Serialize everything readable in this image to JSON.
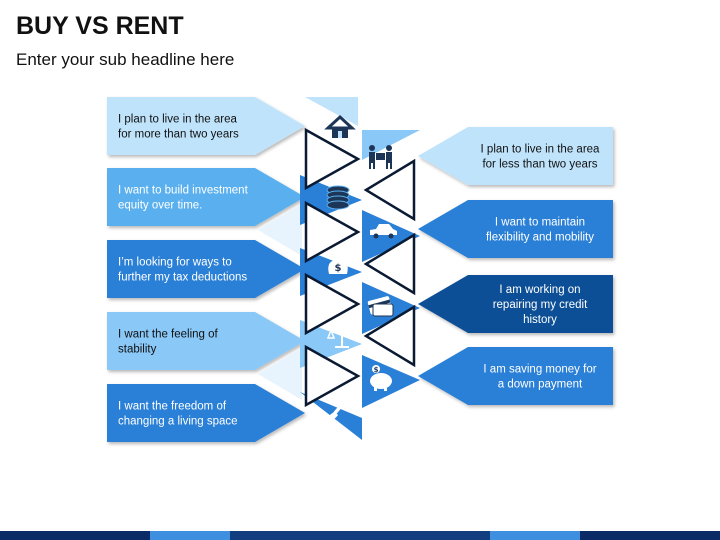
{
  "header": {
    "title": "BUY VS RENT",
    "subtitle": "Enter your sub headline here"
  },
  "buy": {
    "items": [
      {
        "text_lines": [
          "I plan to live in the area",
          "for more than two years"
        ],
        "icon": "house-icon",
        "fill": "#bfe3fb",
        "text_color": "#111111"
      },
      {
        "text_lines": [
          "I want to build investment",
          "equity over time."
        ],
        "icon": "coins-icon",
        "fill": "#5ab0ef",
        "text_color": "#ffffff"
      },
      {
        "text_lines": [
          "I’m looking for ways to",
          "further my tax deductions"
        ],
        "icon": "money-bag-icon",
        "fill": "#2a7fd6",
        "text_color": "#ffffff"
      },
      {
        "text_lines": [
          "I want the feeling of",
          "stability"
        ],
        "icon": "scale-icon",
        "fill": "#89c8f7",
        "text_color": "#111111"
      },
      {
        "text_lines": [
          "I want the freedom of",
          "changing a living space"
        ],
        "icon": "paintbrush-icon",
        "fill": "#2a7fd6",
        "text_color": "#ffffff"
      }
    ]
  },
  "rent": {
    "items": [
      {
        "text_lines": [
          "I plan to live in the area",
          "for less than two years"
        ],
        "icon": "movers-icon",
        "fill": "#bfe3fb",
        "text_color": "#111111"
      },
      {
        "text_lines": [
          "I want to maintain",
          "flexibility and mobility"
        ],
        "icon": "car-icon",
        "fill": "#2a7fd6",
        "text_color": "#ffffff"
      },
      {
        "text_lines": [
          "I am working on",
          "repairing my credit",
          "history"
        ],
        "icon": "credit-card-icon",
        "fill": "#0f4f96",
        "text_color": "#ffffff"
      },
      {
        "text_lines": [
          "I am saving money for",
          "a down payment"
        ],
        "icon": "piggy-bank-icon",
        "fill": "#2a7fd6",
        "text_color": "#ffffff"
      }
    ]
  },
  "colors": {
    "light": "#bfe3fb",
    "mid": "#89c8f7",
    "blue": "#2a7fd6",
    "dark": "#0f4f96",
    "icon": "#1d3557",
    "outline": "#0a1a33"
  }
}
